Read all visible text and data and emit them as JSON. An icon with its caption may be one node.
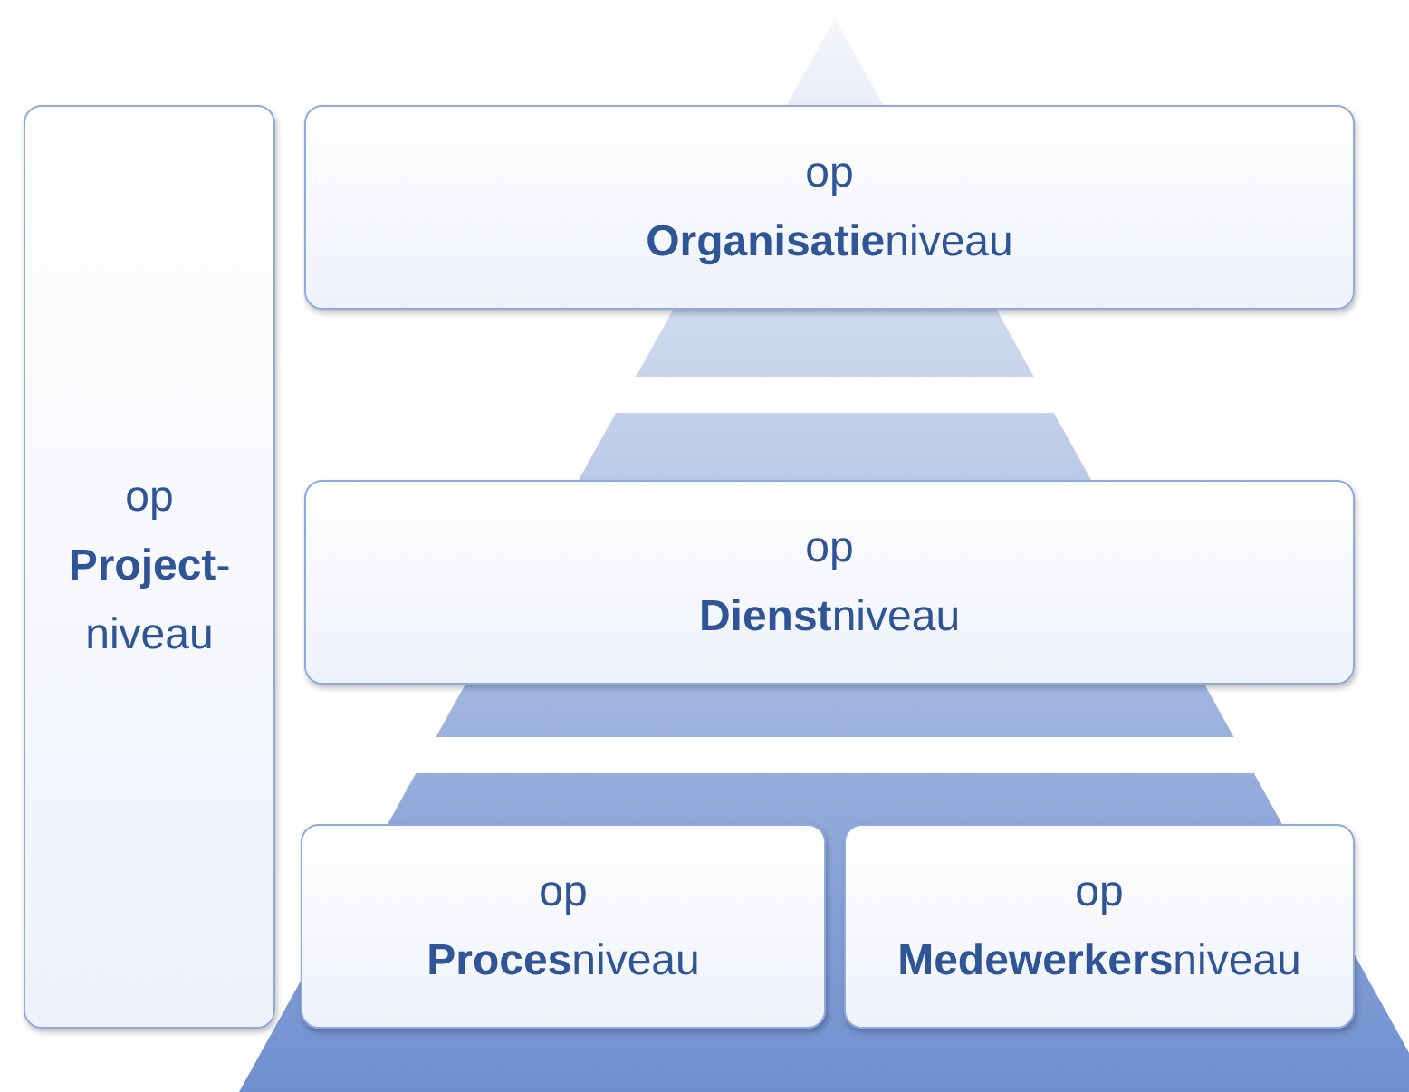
{
  "diagram": {
    "nodes": [
      {
        "text": [
          "op **Project**-niveau"
        ]
      },
      {
        "text": [
          "op **Organisatie**niveau"
        ]
      },
      {
        "text": [
          "op **Dienst**niveau"
        ]
      },
      {
        "text": [
          "op **Proces**niveau"
        ]
      },
      {
        "text": [
          "op **Medewerkers**niveau"
        ]
      }
    ]
  }
}
